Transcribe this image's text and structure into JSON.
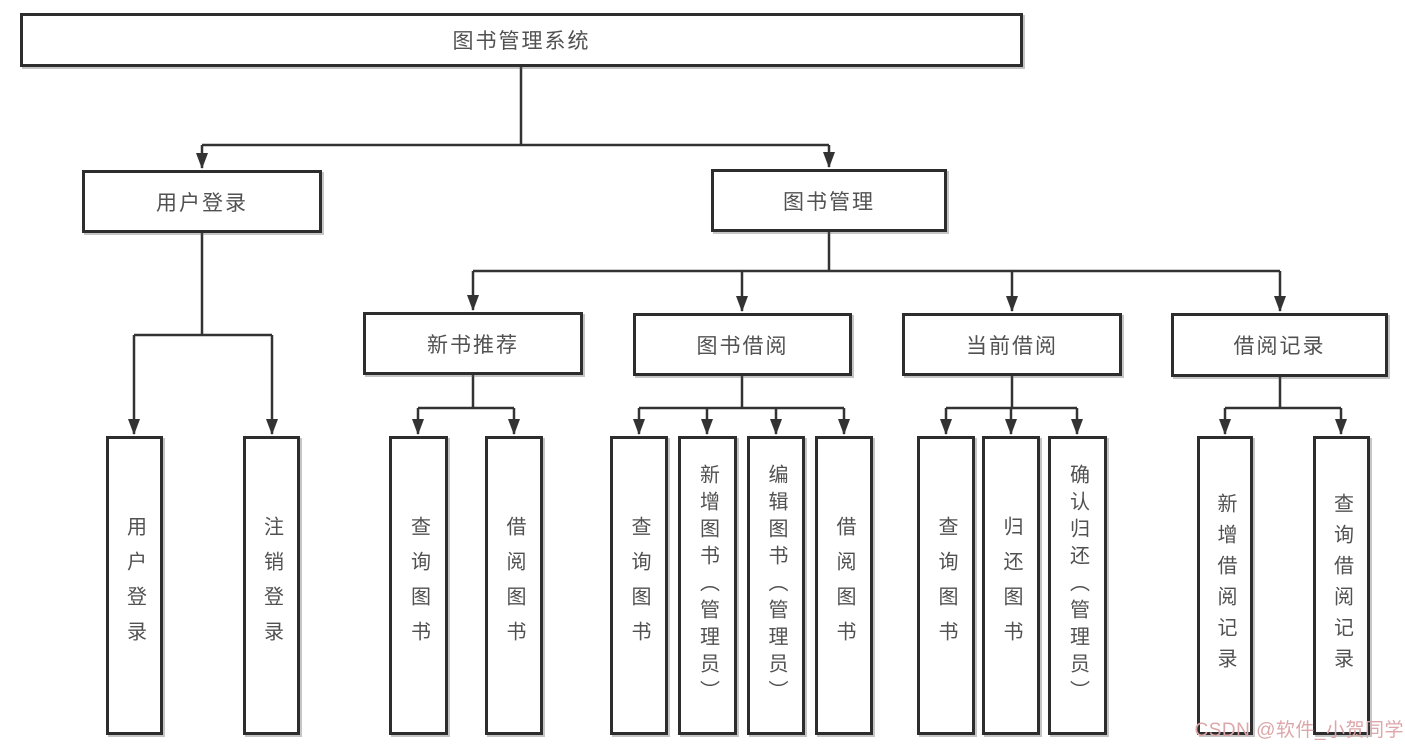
{
  "diagram_title": "图书管理系统",
  "nodes": {
    "root": "图书管理系统",
    "user_login": "用户登录",
    "book_mgmt": "图书管理",
    "new_book_rec": "新书推荐",
    "book_borrow": "图书借阅",
    "current_borrow": "当前借阅",
    "borrow_records": "借阅记录",
    "leaf_user_login": "用户登录",
    "leaf_logout": "注销登录",
    "leaf_nb_query": "查询图书",
    "leaf_nb_borrow": "借阅图书",
    "leaf_bb_query": "查询图书",
    "leaf_bb_add": "新增图书（管理员）",
    "leaf_bb_edit": "编辑图书（管理员）",
    "leaf_bb_borrow": "借阅图书",
    "leaf_cb_query": "查询图书",
    "leaf_cb_return": "归还图书",
    "leaf_cb_confirm": "确认归还（管理员）",
    "leaf_br_add": "新增借阅记录",
    "leaf_br_query": "查询借阅记录"
  },
  "hierarchy": {
    "label": "图书管理系统",
    "children": [
      {
        "label": "用户登录",
        "children": [
          {
            "label": "用户登录"
          },
          {
            "label": "注销登录"
          }
        ]
      },
      {
        "label": "图书管理",
        "children": [
          {
            "label": "新书推荐",
            "children": [
              {
                "label": "查询图书"
              },
              {
                "label": "借阅图书"
              }
            ]
          },
          {
            "label": "图书借阅",
            "children": [
              {
                "label": "查询图书"
              },
              {
                "label": "新增图书（管理员）"
              },
              {
                "label": "编辑图书（管理员）"
              },
              {
                "label": "借阅图书"
              }
            ]
          },
          {
            "label": "当前借阅",
            "children": [
              {
                "label": "查询图书"
              },
              {
                "label": "归还图书"
              },
              {
                "label": "确认归还（管理员）"
              }
            ]
          },
          {
            "label": "借阅记录",
            "children": [
              {
                "label": "新增借阅记录"
              },
              {
                "label": "查询借阅记录"
              }
            ]
          }
        ]
      }
    ]
  },
  "watermark": "CSDN @软件_小贺同学",
  "colors": {
    "line": "#333333",
    "box_border": "#2d2d2d",
    "text": "#515151",
    "watermark": "#dda7a9",
    "background": "#ffffff"
  }
}
